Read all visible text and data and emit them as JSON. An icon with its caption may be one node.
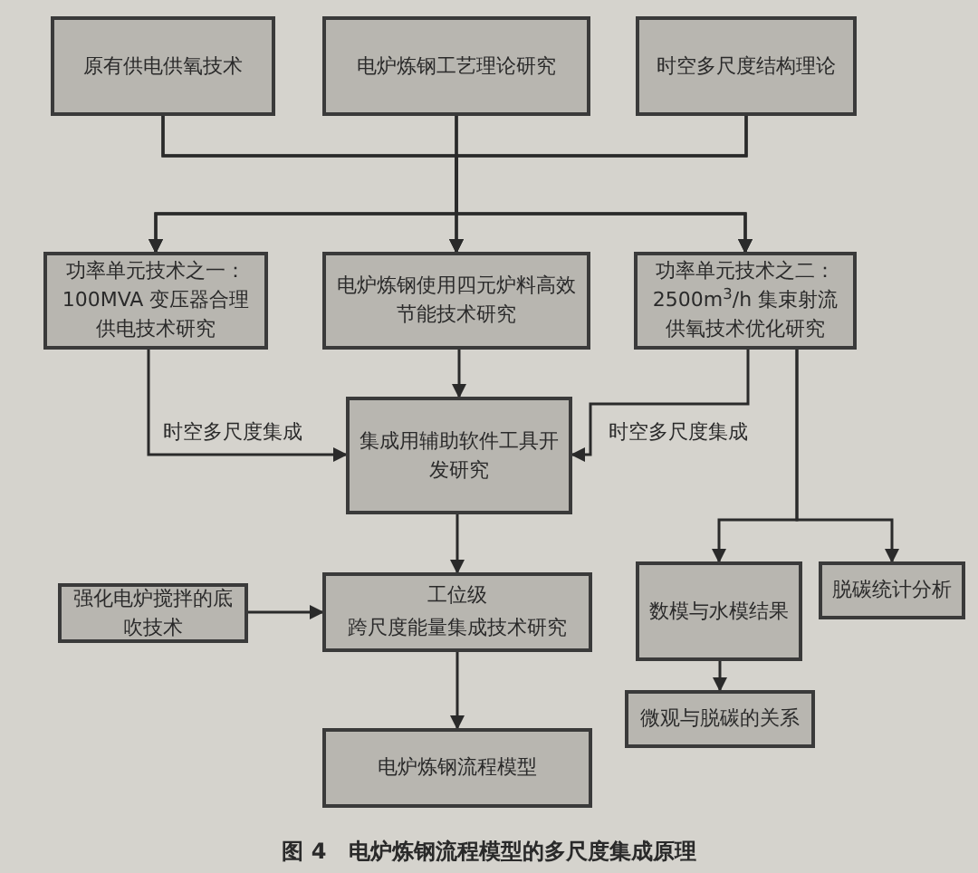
{
  "diagram": {
    "caption": "图 4　电炉炼钢流程模型的多尺度集成原理",
    "nodes": [
      {
        "text": [
          "原有供电供氧技术"
        ]
      },
      {
        "text": [
          "电炉炼钢工艺理论研究"
        ]
      },
      {
        "text": [
          "时空多尺度结构理论"
        ]
      },
      {
        "text": [
          "功率单元技术之一：100MVA 变压器合理供电技术研究"
        ]
      },
      {
        "text": [
          "电炉炼钢使用四元炉料高效节能技术研究"
        ]
      },
      {
        "text": [
          "功率单元技术之二：2500m$^{3}$/h 集束射流供氧技术优化研究"
        ]
      },
      {
        "text": [
          "集成用辅助软件工具开发研究"
        ]
      },
      {
        "text": [
          "强化电炉搅拌的底吹技术"
        ]
      },
      {
        "text": [
          "工位级",
          "跨尺度能量集成技术研究"
        ]
      },
      {
        "text": [
          "电炉炼钢流程模型"
        ]
      },
      {
        "text": [
          "数模与水模结果"
        ]
      },
      {
        "text": [
          "脱碳统计分析"
        ]
      },
      {
        "text": [
          "微观与脱碳的关系"
        ]
      }
    ],
    "edges": [
      {
        "from": 0,
        "to": 3,
        "arrow": "to"
      },
      {
        "from": 0,
        "to": 4,
        "arrow": "to"
      },
      {
        "from": 0,
        "to": 5,
        "arrow": "to"
      },
      {
        "from": 1,
        "to": 3,
        "arrow": "to"
      },
      {
        "from": 1,
        "to": 4,
        "arrow": "to"
      },
      {
        "from": 1,
        "to": 5,
        "arrow": "to"
      },
      {
        "from": 2,
        "to": 3,
        "arrow": "to"
      },
      {
        "from": 2,
        "to": 4,
        "arrow": "to"
      },
      {
        "from": 2,
        "to": 5,
        "arrow": "to"
      },
      {
        "from": 3,
        "to": 6,
        "arrow": "to",
        "label": "时空多尺度集成"
      },
      {
        "from": 4,
        "to": 6,
        "arrow": "to"
      },
      {
        "from": 5,
        "to": 6,
        "arrow": "to",
        "label": "时空多尺度集成"
      },
      {
        "from": 5,
        "to": 10,
        "arrow": "to"
      },
      {
        "from": 5,
        "to": 11,
        "arrow": "to"
      },
      {
        "from": 6,
        "to": 8,
        "arrow": "to"
      },
      {
        "from": 7,
        "to": 8,
        "arrow": "to"
      },
      {
        "from": 8,
        "to": 9,
        "arrow": "to"
      },
      {
        "from": 10,
        "to": 12,
        "arrow": "to"
      }
    ]
  }
}
